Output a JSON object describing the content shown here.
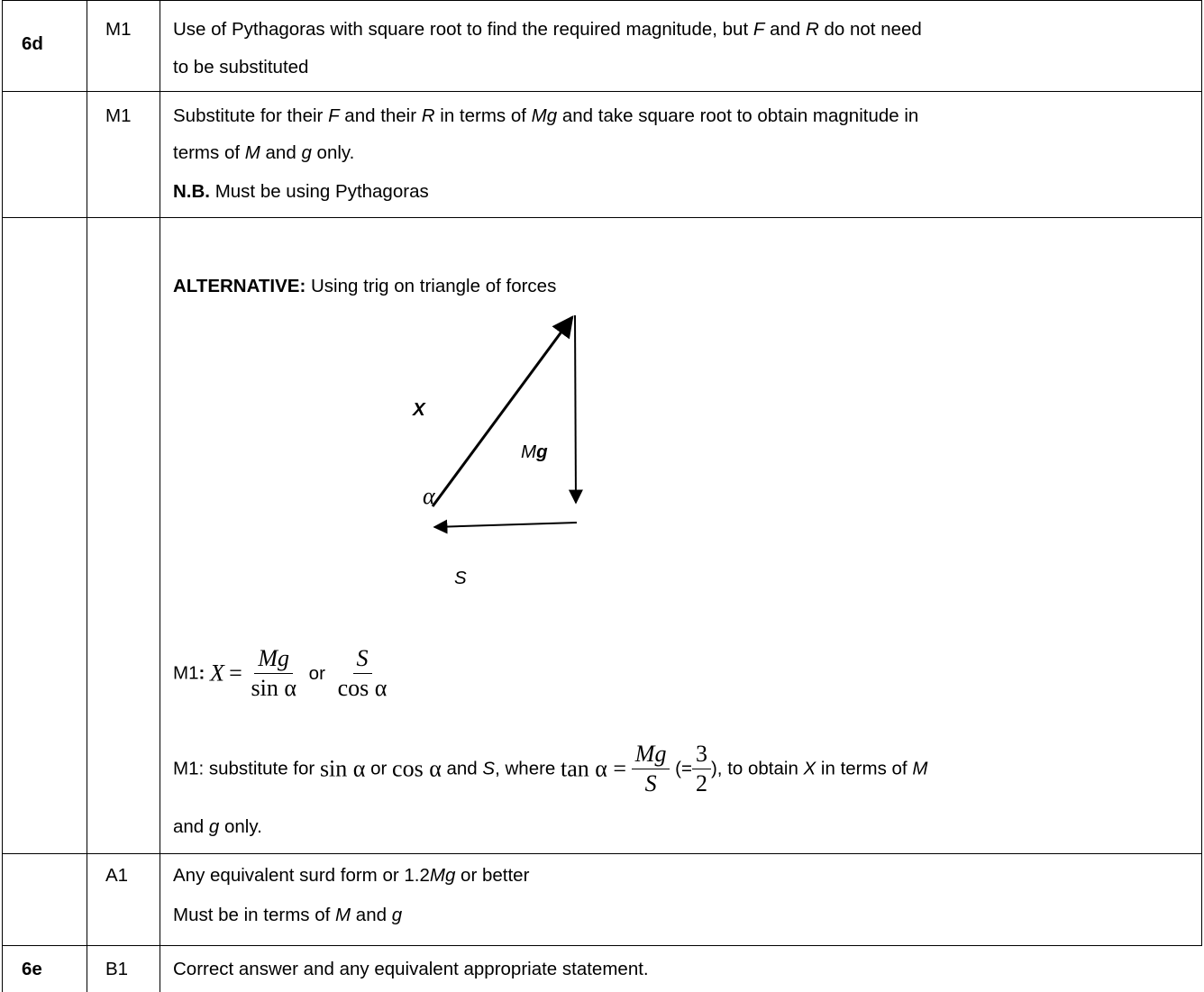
{
  "rows": [
    {
      "question": "6d",
      "mark": "M1",
      "text_a": "Use of Pythagoras with square root to find the required magnitude, but ",
      "text_F": "F",
      "text_b": " and ",
      "text_R": "R",
      "text_c": " do not need",
      "text_line2": "to be substituted"
    },
    {
      "question": "",
      "mark": "M1",
      "l1_a": "Substitute for their ",
      "l1_F": "F",
      "l1_b": " and their ",
      "l1_R": "R",
      "l1_c": " in terms of ",
      "l1_Mg": "Mg",
      "l1_d": " and take square root to obtain magnitude in",
      "l2_a": "terms of ",
      "l2_M": "M",
      "l2_b": " and ",
      "l2_g": "g",
      "l2_c": " only.",
      "nb_label": "N.B.",
      "nb_text": " Must be using Pythagoras"
    },
    {
      "question": "",
      "mark": "",
      "alt_label": "ALTERNATIVE:",
      "alt_text": " Using trig on triangle of forces",
      "diagram": {
        "label_X": "X",
        "label_Mg_M": "M",
        "label_Mg_g": "g",
        "label_alpha": "α",
        "label_S": "S"
      },
      "m1_prefix": "M1",
      "m1_colon": ":",
      "eq1": {
        "lhs": "X",
        "equals": "=",
        "num1": "Mg",
        "den1": "sin α",
        "or": "or",
        "num2": "S",
        "den2": "cos α"
      },
      "m1b_prefix": "M1:  substitute for ",
      "sin_a": "sin α",
      "or_word": " or ",
      "cos_a": "cos α",
      "and_S_a": " and ",
      "and_S_S": "S",
      "and_S_b": ", where ",
      "tan_lhs": "tan α =",
      "tan_num": "Mg",
      "tan_den": "S",
      "paren_open": "(=",
      "frac_num": "3",
      "frac_den": "2",
      "paren_close_a": "), to obtain ",
      "paren_X": "X",
      "paren_b": " in terms of ",
      "paren_M": "M",
      "last_a": "and ",
      "last_g": "g",
      "last_b": " only."
    },
    {
      "question": "",
      "mark": "A1",
      "l1_a": "Any equivalent surd form or 1.2",
      "l1_Mg": "Mg",
      "l1_b": " or better",
      "l2_a": "Must be in terms of ",
      "l2_M": "M",
      "l2_b": " and ",
      "l2_g": "g"
    },
    {
      "question": "6e",
      "mark": "B1",
      "text": "Correct answer and any equivalent appropriate statement."
    }
  ]
}
